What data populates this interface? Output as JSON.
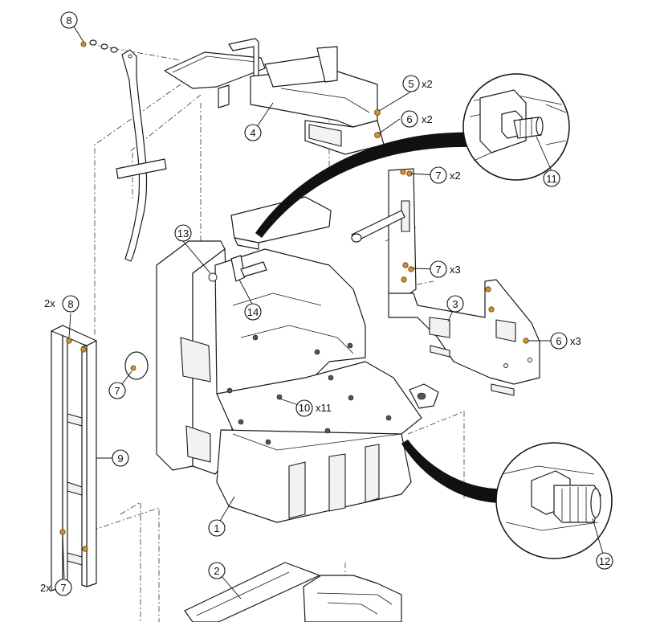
{
  "colors": {
    "line": "#1a1a1a",
    "hardware": "#d7902e",
    "background": "#ffffff"
  },
  "callouts": [
    {
      "id": "c1",
      "number": "1"
    },
    {
      "id": "c2",
      "number": "2"
    },
    {
      "id": "c3",
      "number": "3"
    },
    {
      "id": "c4",
      "number": "4"
    },
    {
      "id": "c5",
      "number": "5",
      "qty": "x2"
    },
    {
      "id": "c6a",
      "number": "6",
      "qty": "x2"
    },
    {
      "id": "c6b",
      "number": "6",
      "qty": "x3"
    },
    {
      "id": "c7a",
      "number": "7",
      "qty": "x2"
    },
    {
      "id": "c7b",
      "number": "7",
      "qty": "x3"
    },
    {
      "id": "c7c",
      "number": "7"
    },
    {
      "id": "c7d",
      "number": "7",
      "prefix": "2x"
    },
    {
      "id": "c8a",
      "number": "8"
    },
    {
      "id": "c8b",
      "number": "8",
      "prefix": "2x"
    },
    {
      "id": "c9",
      "number": "9"
    },
    {
      "id": "c10",
      "number": "10",
      "qty": "x11"
    },
    {
      "id": "c11",
      "number": "11"
    },
    {
      "id": "c12",
      "number": "12"
    },
    {
      "id": "c13",
      "number": "13"
    },
    {
      "id": "c14",
      "number": "14"
    }
  ]
}
